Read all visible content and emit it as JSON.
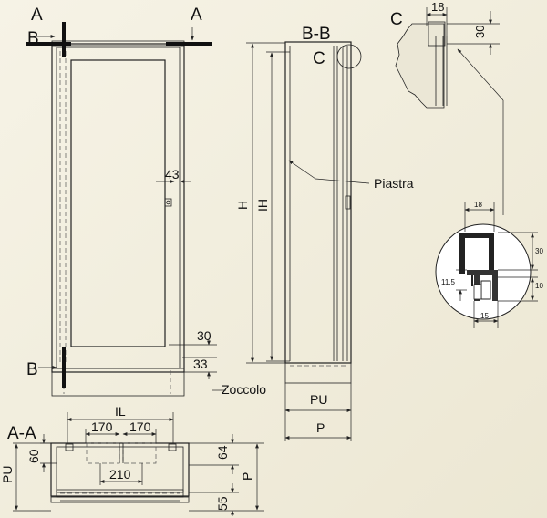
{
  "labels": {
    "section_a_left": "A",
    "section_a_right": "A",
    "section_b_top": "B",
    "section_b_bottom": "B",
    "section_bb": "B-B",
    "detail_c_ref": "C",
    "detail_c_title": "C",
    "section_aa": "A-A",
    "piastra": "Piastra",
    "zoccolo": "Zoccolo"
  },
  "dimensions": {
    "front_43": "43",
    "front_30": "30",
    "front_33": "33",
    "h": "H",
    "ih": "IH",
    "pu": "PU",
    "p": "P",
    "c_18": "18",
    "c_30": "30",
    "det_18": "18",
    "det_30": "30",
    "det_115": "11,5",
    "det_10": "10",
    "det_15": "15",
    "aa_il": "IL",
    "aa_170_left": "170",
    "aa_170_right": "170",
    "aa_210": "210",
    "aa_60": "60",
    "aa_pu": "PU",
    "aa_64": "64",
    "aa_p": "P",
    "aa_55": "55"
  },
  "colors": {
    "background": "#f3efdf",
    "line": "#222222",
    "detail_fill": "#ffffff",
    "panel_fill": "#ebe7d6"
  }
}
